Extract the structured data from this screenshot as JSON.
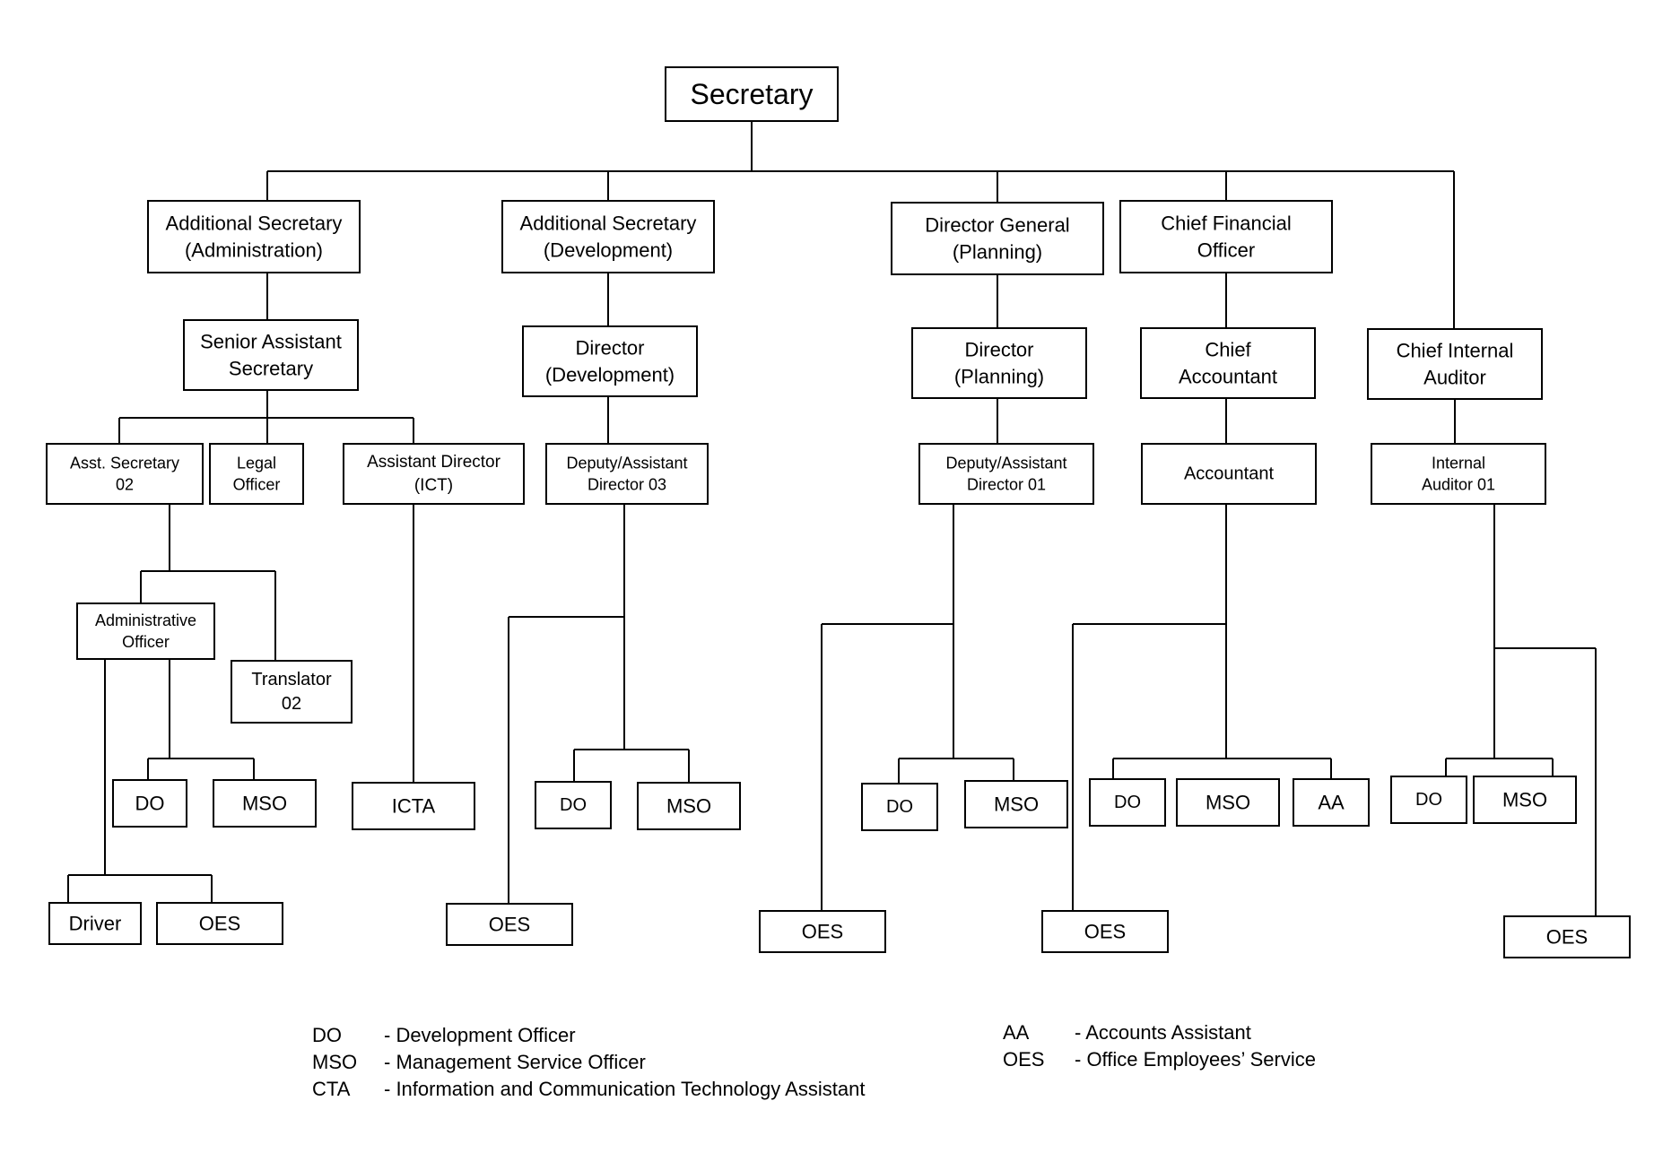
{
  "diagram": {
    "nodes": {
      "secretary": [
        "Secretary"
      ],
      "add_sec_admin": [
        "Additional Secretary",
        "(Administration)"
      ],
      "add_sec_dev": [
        "Additional Secretary",
        "(Development)"
      ],
      "dg_planning": [
        "Director General",
        "(Planning)"
      ],
      "cfo": [
        "Chief Financial",
        "Officer"
      ],
      "senior_asst_sec": [
        "Senior Assistant",
        "Secretary"
      ],
      "dir_dev": [
        "Director",
        "(Development)"
      ],
      "dir_planning": [
        "Director",
        "(Planning)"
      ],
      "chief_accountant": [
        "Chief",
        "Accountant"
      ],
      "chief_internal_auditor": [
        "Chief Internal",
        "Auditor"
      ],
      "asst_sec": [
        "Asst. Secretary",
        "02"
      ],
      "legal_officer": [
        "Legal",
        "Officer"
      ],
      "asst_dir_ict": [
        "Assistant Director",
        "(ICT)"
      ],
      "deputy_dir_03": [
        "Deputy/Assistant",
        "Director 03"
      ],
      "deputy_dir_01": [
        "Deputy/Assistant",
        "Director 01"
      ],
      "accountant": [
        "Accountant"
      ],
      "internal_auditor": [
        "Internal",
        "Auditor 01"
      ],
      "admin_officer": [
        "Administrative",
        "Officer"
      ],
      "translator": [
        "Translator",
        "02"
      ],
      "do_admin": [
        "DO"
      ],
      "mso_admin": [
        "MSO"
      ],
      "icta": [
        "ICTA"
      ],
      "do_dev": [
        "DO"
      ],
      "mso_dev": [
        "MSO"
      ],
      "do_plan": [
        "DO"
      ],
      "mso_plan": [
        "MSO"
      ],
      "do_acc": [
        "DO"
      ],
      "mso_acc": [
        "MSO"
      ],
      "aa_acc": [
        "AA"
      ],
      "do_audit": [
        "DO"
      ],
      "mso_audit": [
        "MSO"
      ],
      "driver": [
        "Driver"
      ],
      "oes_admin": [
        "OES"
      ],
      "oes_dev": [
        "OES"
      ],
      "oes_plan": [
        "OES"
      ],
      "oes_acc": [
        "OES"
      ],
      "oes_audit": [
        "OES"
      ]
    }
  },
  "legend": {
    "left": [
      {
        "abbr": "DO",
        "desc": "- Development Officer"
      },
      {
        "abbr": "MSO",
        "desc": "- Management Service Officer"
      },
      {
        "abbr": "CTA",
        "desc": "- Information and Communication Technology Assistant"
      }
    ],
    "right": [
      {
        "abbr": "AA",
        "desc": "- Accounts Assistant"
      },
      {
        "abbr": "OES",
        "desc": "- Office Employees’ Service"
      }
    ]
  }
}
